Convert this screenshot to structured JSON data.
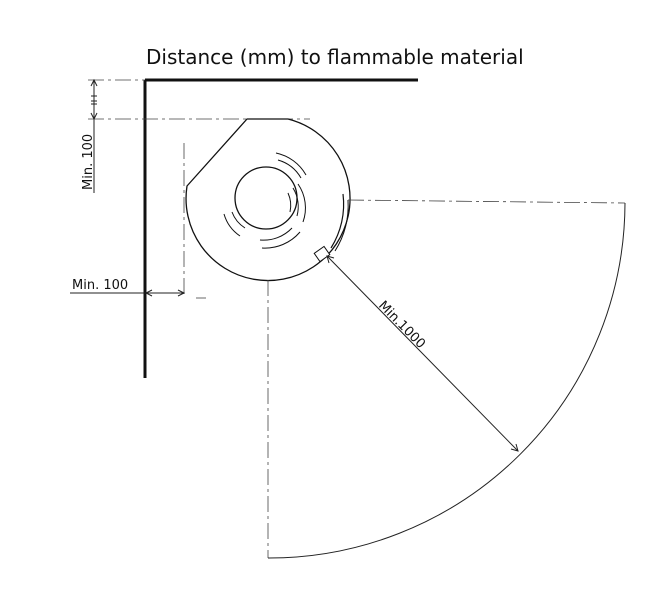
{
  "title": "Distance (mm) to flammable material",
  "labels": {
    "min_top": "Min. 100",
    "min_side": "Min. 100",
    "min_front": "Min.1000"
  }
}
